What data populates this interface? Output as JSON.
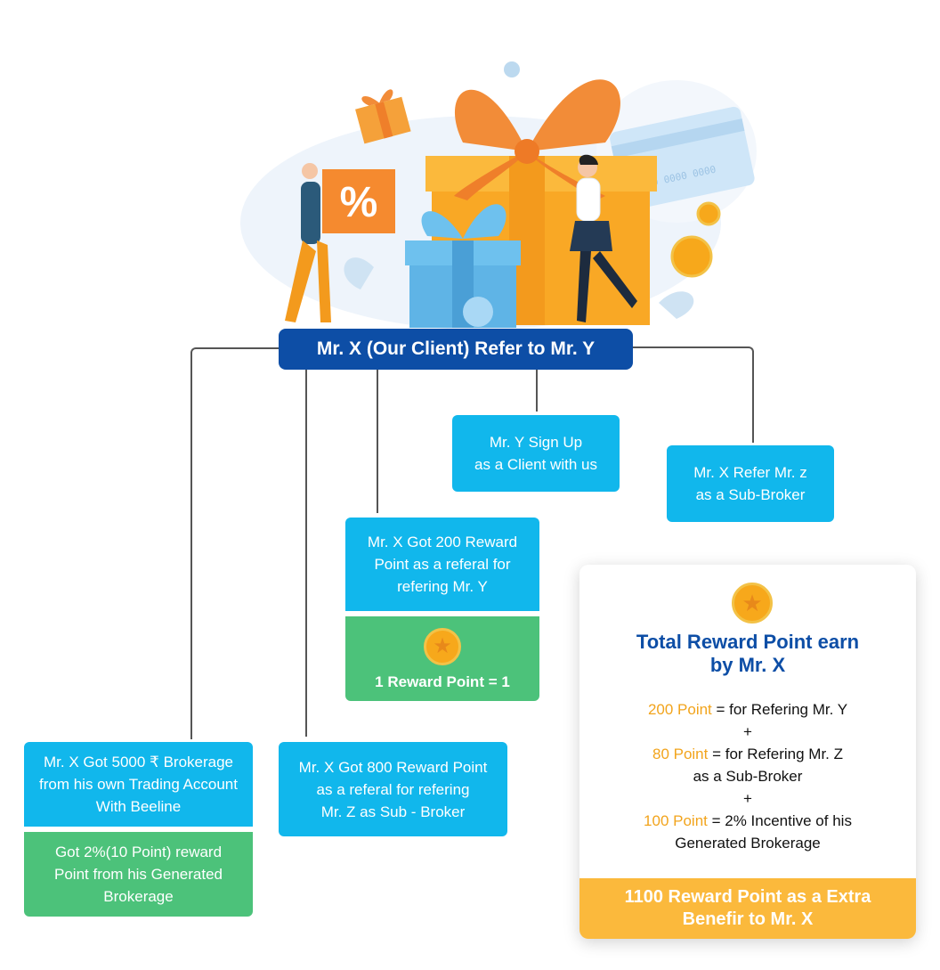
{
  "title": "Mr. X (Our Client) Refer to Mr. Y",
  "boxes": {
    "signup": [
      "Mr. Y Sign Up",
      "as a Client with us"
    ],
    "refer_z": [
      "Mr. X Refer Mr. z",
      "as a Sub-Broker"
    ],
    "got200": [
      "Mr. X Got 200 Reward",
      "Point as a referal for",
      "refering Mr. Y"
    ],
    "conversion": "1 Reward Point = 1",
    "got800": [
      "Mr. X Got 800 Reward Point",
      "as a referal for refering",
      "Mr. Z as Sub - Broker"
    ],
    "got5000": [
      "Mr. X Got 5000 ₹ Brokerage",
      "from his own Trading Account",
      "With Beeline"
    ],
    "got2pct": [
      "Got 2%(10 Point) reward",
      "Point from  his Generated",
      "Brokerage"
    ]
  },
  "summary": {
    "title": [
      "Total Reward Point earn",
      "by Mr. X"
    ],
    "line1_pts": "200 Point",
    "line1_text": " =  for Refering Mr. Y",
    "plus": "+",
    "line2_pts": "80 Point",
    "line2_text": " = for Refering Mr. Z",
    "line2b": "as a Sub-Broker",
    "line3_pts": "100 Point",
    "line3_text": " = 2% Incentive of his",
    "line3b": "Generated Brokerage",
    "footer": [
      "1100 Reward Point as a Extra",
      "Benefir to Mr. X"
    ]
  },
  "illustration": {
    "percent_sign": "%",
    "card_number": "00 0000 0000"
  },
  "colors": {
    "navy": "#0d4ea6",
    "sky": "#11b7ec",
    "green": "#4cc27a",
    "gold": "#fbb93c",
    "orange": "#f2a41c"
  },
  "icons": [
    "gift-illustration",
    "coin-star-icon"
  ]
}
